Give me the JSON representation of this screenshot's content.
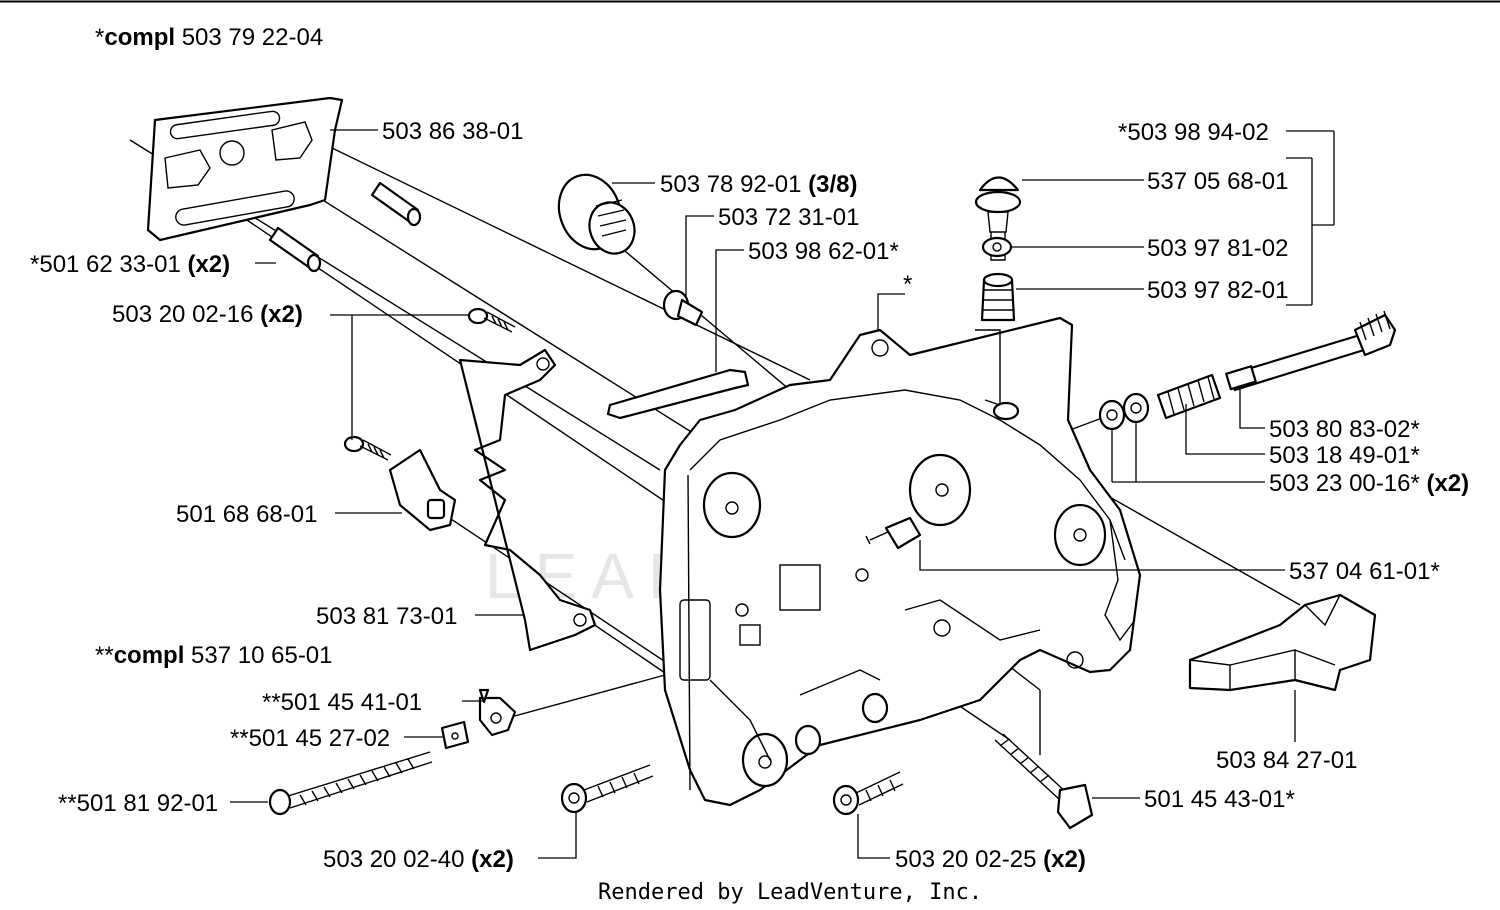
{
  "watermark": "LEADVENTURE",
  "footer": "Rendered by LeadVenture, Inc.",
  "kits": [
    {
      "id": "kit1",
      "prefix": "*",
      "word": "compl",
      "number": "503 79 22-04"
    },
    {
      "id": "kit2",
      "prefix": "**",
      "word": "compl",
      "number": "537 10 65-01"
    }
  ],
  "callouts": [
    {
      "id": "c01",
      "text": "503 86 38-01",
      "qty": ""
    },
    {
      "id": "c02",
      "text": "*501 62 33-01",
      "qty": "(x2)"
    },
    {
      "id": "c03",
      "text": "503 20 02-16",
      "qty": "(x2)"
    },
    {
      "id": "c04",
      "text": "501 68 68-01",
      "qty": ""
    },
    {
      "id": "c05",
      "text": "503 81 73-01",
      "qty": ""
    },
    {
      "id": "c06",
      "text": "**501 45 41-01",
      "qty": ""
    },
    {
      "id": "c07",
      "text": "**501 45 27-02",
      "qty": ""
    },
    {
      "id": "c08",
      "text": "**501 81 92-01",
      "qty": ""
    },
    {
      "id": "c09",
      "text": "503 20 02-40",
      "qty": "(x2)"
    },
    {
      "id": "c10",
      "text": "503 20 02-25",
      "qty": "(x2)"
    },
    {
      "id": "c11",
      "text": "503 78 92-01",
      "qty": "(3/8)"
    },
    {
      "id": "c12",
      "text": "503 72 31-01",
      "qty": ""
    },
    {
      "id": "c13",
      "text": "503 98 62-01*",
      "qty": ""
    },
    {
      "id": "c14",
      "text": "*",
      "qty": ""
    },
    {
      "id": "c15",
      "text": "*503 98 94-02",
      "qty": ""
    },
    {
      "id": "c16",
      "text": "537 05 68-01",
      "qty": ""
    },
    {
      "id": "c17",
      "text": "503 97 81-02",
      "qty": ""
    },
    {
      "id": "c18",
      "text": "503 97 82-01",
      "qty": ""
    },
    {
      "id": "c19",
      "text": "503 80 83-02*",
      "qty": ""
    },
    {
      "id": "c20",
      "text": "503 18 49-01*",
      "qty": ""
    },
    {
      "id": "c21",
      "text": "503 23 00-16*",
      "qty": "(x2)"
    },
    {
      "id": "c22",
      "text": "537 04 61-01*",
      "qty": ""
    },
    {
      "id": "c23",
      "text": "503 84 27-01",
      "qty": ""
    },
    {
      "id": "c24",
      "text": "501 45 43-01*",
      "qty": ""
    }
  ]
}
